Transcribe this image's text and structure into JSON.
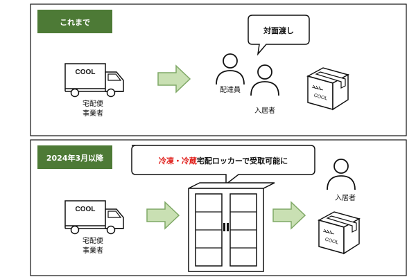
{
  "top_panel": {
    "header": "これまで",
    "truck": {
      "label": "COOL",
      "caption_line1": "宅配便",
      "caption_line2": "事業者"
    },
    "bubble_text": "対面渡し",
    "person_carrier": "配達員",
    "person_resident": "入居者",
    "box_label": "COOL"
  },
  "bottom_panel": {
    "header": "2024年3月以降",
    "truck": {
      "label": "COOL",
      "caption_line1": "宅配便",
      "caption_line2": "事業者"
    },
    "bubble": {
      "part_red": "冷凍・冷蔵",
      "part_black": "宅配ロッカーで受取可能に"
    },
    "person_resident": "入居者",
    "box_label": "COOL"
  },
  "colors": {
    "header_green": "#4d7a36",
    "arrow_fill": "#c9e0b3",
    "arrow_stroke": "#7fa866",
    "accent_red": "#e0201c"
  }
}
